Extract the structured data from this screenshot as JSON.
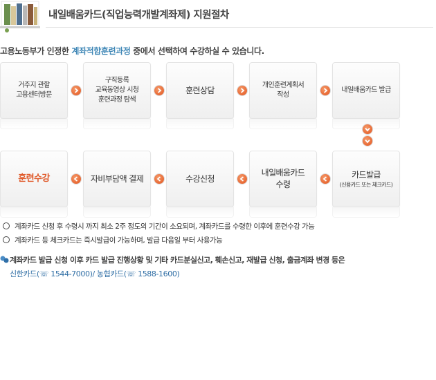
{
  "page": {
    "title": "내일배움카드(직업능력개발계좌제) 지원절차",
    "intro_before": "고용노동부가 인정한 ",
    "intro_highlight": "계좌적합훈련과정",
    "intro_after": " 중에서 선택하여 수강하실 수 있습니다."
  },
  "steps_row1": [
    {
      "label": "거주지 관할\n고용센터방문"
    },
    {
      "label": "구직등록\n교육동영상 시청\n훈련과정 탐색"
    },
    {
      "label": "훈련상담"
    },
    {
      "label": "개인훈련계획서\n작성"
    },
    {
      "label": "내일배움카드 발급"
    }
  ],
  "steps_row2": [
    {
      "label": "훈련수강"
    },
    {
      "label": "자비부담액 결제"
    },
    {
      "label": "수강신청"
    },
    {
      "label": "내일배움카드\n수령"
    },
    {
      "label": "카드발급",
      "sub": "(신용카드 또는 체크카드)"
    }
  ],
  "notes": [
    "계좌카드 신청 후 수령시 까지 최소 2주 정도의 기간이 소요되며, 계좌카드를 수령한 이후에 훈련수강 가능",
    "계좌카드 등 체크카드는 즉시발급이 가능하며, 발급 다음일 부터 사용가능"
  ],
  "info": {
    "text": "계좌카드 발급 신청 이후 카드 발급 진행상황 및 기타 카드분실신고, 훼손신고, 재발급 신청, 출금계좌 변경 등은",
    "contacts": "신한카드(☏ 1544-7000)/ 농협카드(☏ 1588-1600)"
  },
  "colors": {
    "accent": "#3f87b6",
    "highlight": "#e05a2a",
    "arrow": "#e2531c"
  }
}
